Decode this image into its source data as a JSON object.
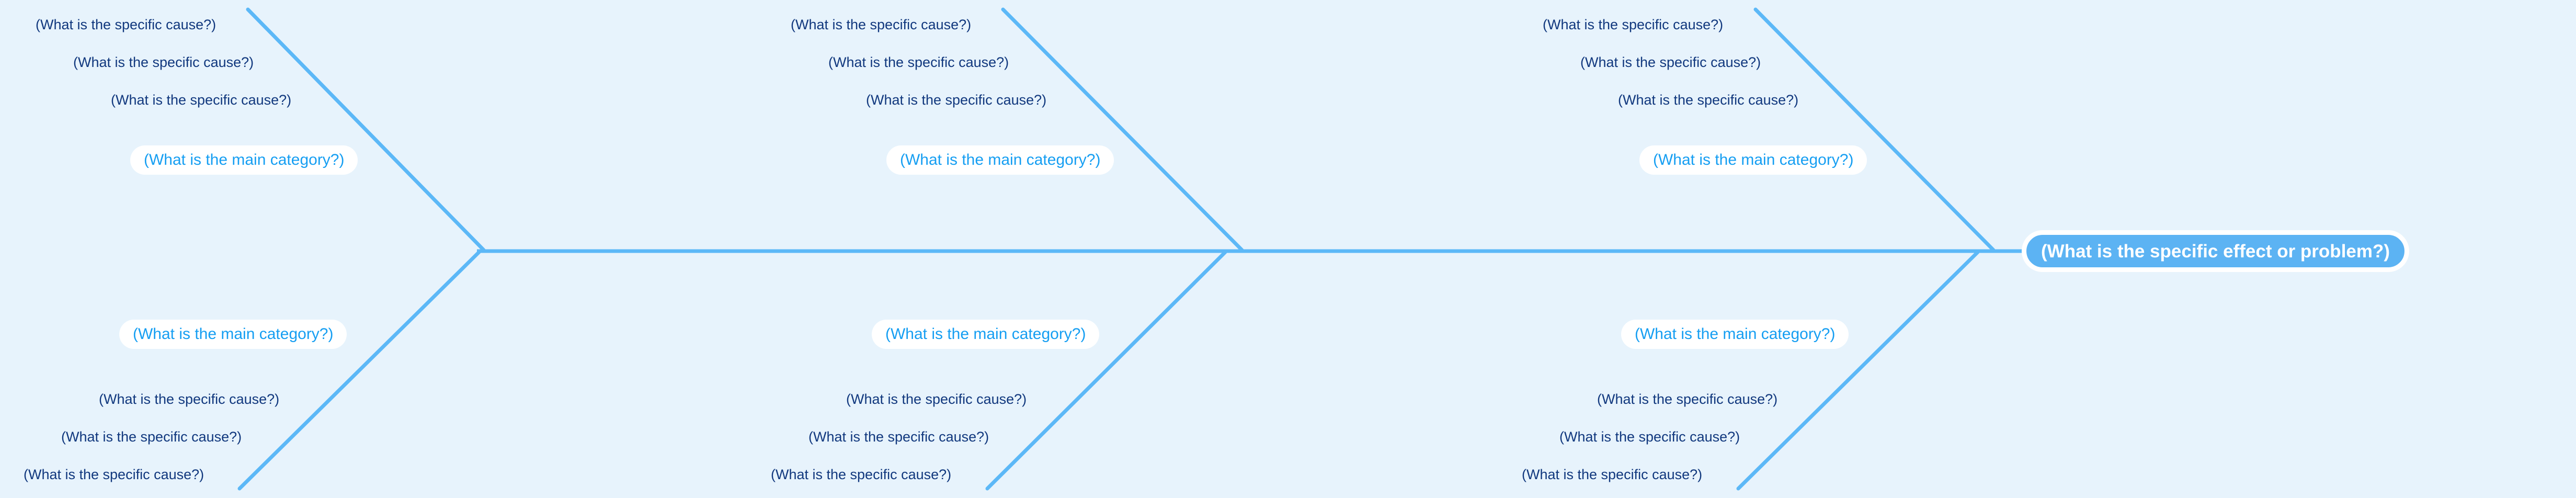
{
  "diagram": {
    "type": "fishbone-ishikawa",
    "background_color": "#e7f3fc",
    "bone_color": "#5cb8f7",
    "category_text_color": "#159ef2",
    "cause_text_color": "#11387e",
    "effect_box_color": "#5cb3f3",
    "effect_text_color": "#ffffff"
  },
  "effect": {
    "label": "(What is the specific effect or problem?)"
  },
  "categories": [
    {
      "id": "top-left",
      "label": "(What is the main category?)",
      "position": "top",
      "causes": [
        "(What is the specific cause?)",
        "(What is the specific cause?)",
        "(What is the specific cause?)"
      ]
    },
    {
      "id": "top-middle",
      "label": "(What is the main category?)",
      "position": "top",
      "causes": [
        "(What is the specific cause?)",
        "(What is the specific cause?)",
        "(What is the specific cause?)"
      ]
    },
    {
      "id": "top-right",
      "label": "(What is the main category?)",
      "position": "top",
      "causes": [
        "(What is the specific cause?)",
        "(What is the specific cause?)",
        "(What is the specific cause?)"
      ]
    },
    {
      "id": "bottom-left",
      "label": "(What is the main category?)",
      "position": "bottom",
      "causes": [
        "(What is the specific cause?)",
        "(What is the specific cause?)",
        "(What is the specific cause?)"
      ]
    },
    {
      "id": "bottom-middle",
      "label": "(What is the main category?)",
      "position": "bottom",
      "causes": [
        "(What is the specific cause?)",
        "(What is the specific cause?)",
        "(What is the specific cause?)"
      ]
    },
    {
      "id": "bottom-right",
      "label": "(What is the main category?)",
      "position": "bottom",
      "causes": [
        "(What is the specific cause?)",
        "(What is the specific cause?)",
        "(What is the specific cause?)"
      ]
    }
  ]
}
